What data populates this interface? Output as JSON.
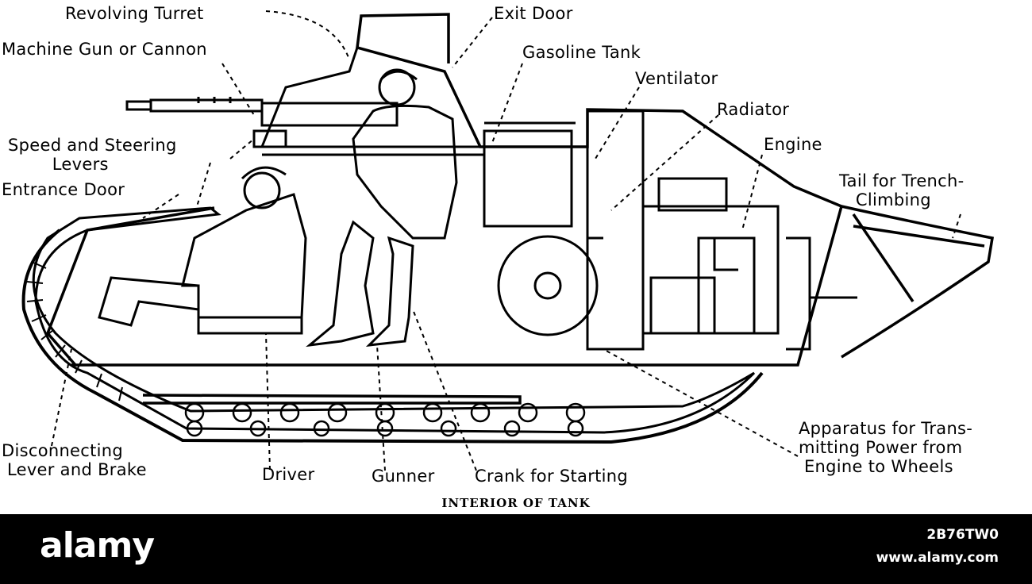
{
  "labels": {
    "revolving_turret": "Revolving Turret",
    "machine_gun": "Machine Gun or Cannon",
    "speed_steering": "Speed and Steering\n        Levers",
    "entrance_door": "Entrance Door",
    "exit_door": "Exit Door",
    "gasoline_tank": "Gasoline Tank",
    "ventilator": "Ventilator",
    "radiator": "Radiator",
    "engine": "Engine",
    "tail": "Tail for Trench-\n   Climbing",
    "disconnecting": "Disconnecting\n Lever and Brake",
    "driver": "Driver",
    "gunner": "Gunner",
    "crank": "Crank for Starting",
    "apparatus": "Apparatus for Trans-\nmitting Power from\n Engine to Wheels"
  },
  "caption": "INTERIOR OF TANK",
  "watermark": {
    "logo": "alamy",
    "image_id": "2B76TW0",
    "site": "www.alamy.com"
  }
}
